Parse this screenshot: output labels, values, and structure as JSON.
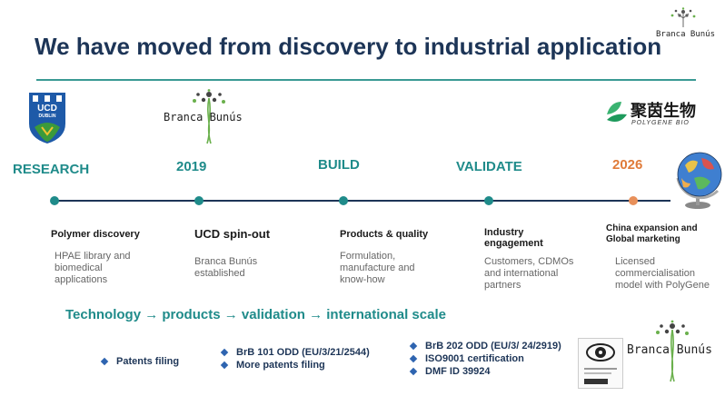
{
  "title": "We have moved from discovery to industrial application",
  "header_logo": {
    "text": "Branca Bunús"
  },
  "logos": {
    "ucd": {
      "line1": "UCD",
      "line2": "DUBLIN"
    },
    "branca": {
      "text": "Branca Bunús"
    },
    "polygene": {
      "name": "聚茵生物",
      "sub": "POLYGENE BIO"
    },
    "footer_branca": {
      "text": "Branca Bunús"
    }
  },
  "phases": [
    {
      "label": "RESEARCH",
      "heading": "Polymer discovery",
      "description": "HPAE library and biomedical applications"
    },
    {
      "label": "2019",
      "heading": "UCD spin-out",
      "description": "Branca Bunús established"
    },
    {
      "label": "BUILD",
      "heading": "Products & quality",
      "description": "Formulation, manufacture and know-how"
    },
    {
      "label": "VALIDATE",
      "heading": "Industry engagement",
      "description": "Customers, CDMOs and international partners"
    },
    {
      "label": "2026",
      "heading": "China expansion and Global marketing",
      "description": "Licensed commercialisation model with PolyGene"
    }
  ],
  "tagline": "Technology → products → validation → international scale",
  "bullets": {
    "col1": [
      "Patents filing"
    ],
    "col2": [
      "BrB 101 ODD (EU/3/21/2544)",
      "More patents filing"
    ],
    "col3": [
      "BrB 202 ODD (EU/3/ 24/2919)",
      "ISO9001 certification",
      "DMF ID 39924"
    ]
  },
  "colors": {
    "teal": "#1f8b8a",
    "navy": "#1d3557",
    "orange": "#e07b39"
  },
  "icons": [
    "tree-logo-icon",
    "ucd-crest-icon",
    "polygene-leaf-icon",
    "globe-icon",
    "certification-badge-icon",
    "diamond-bullet-icon"
  ]
}
